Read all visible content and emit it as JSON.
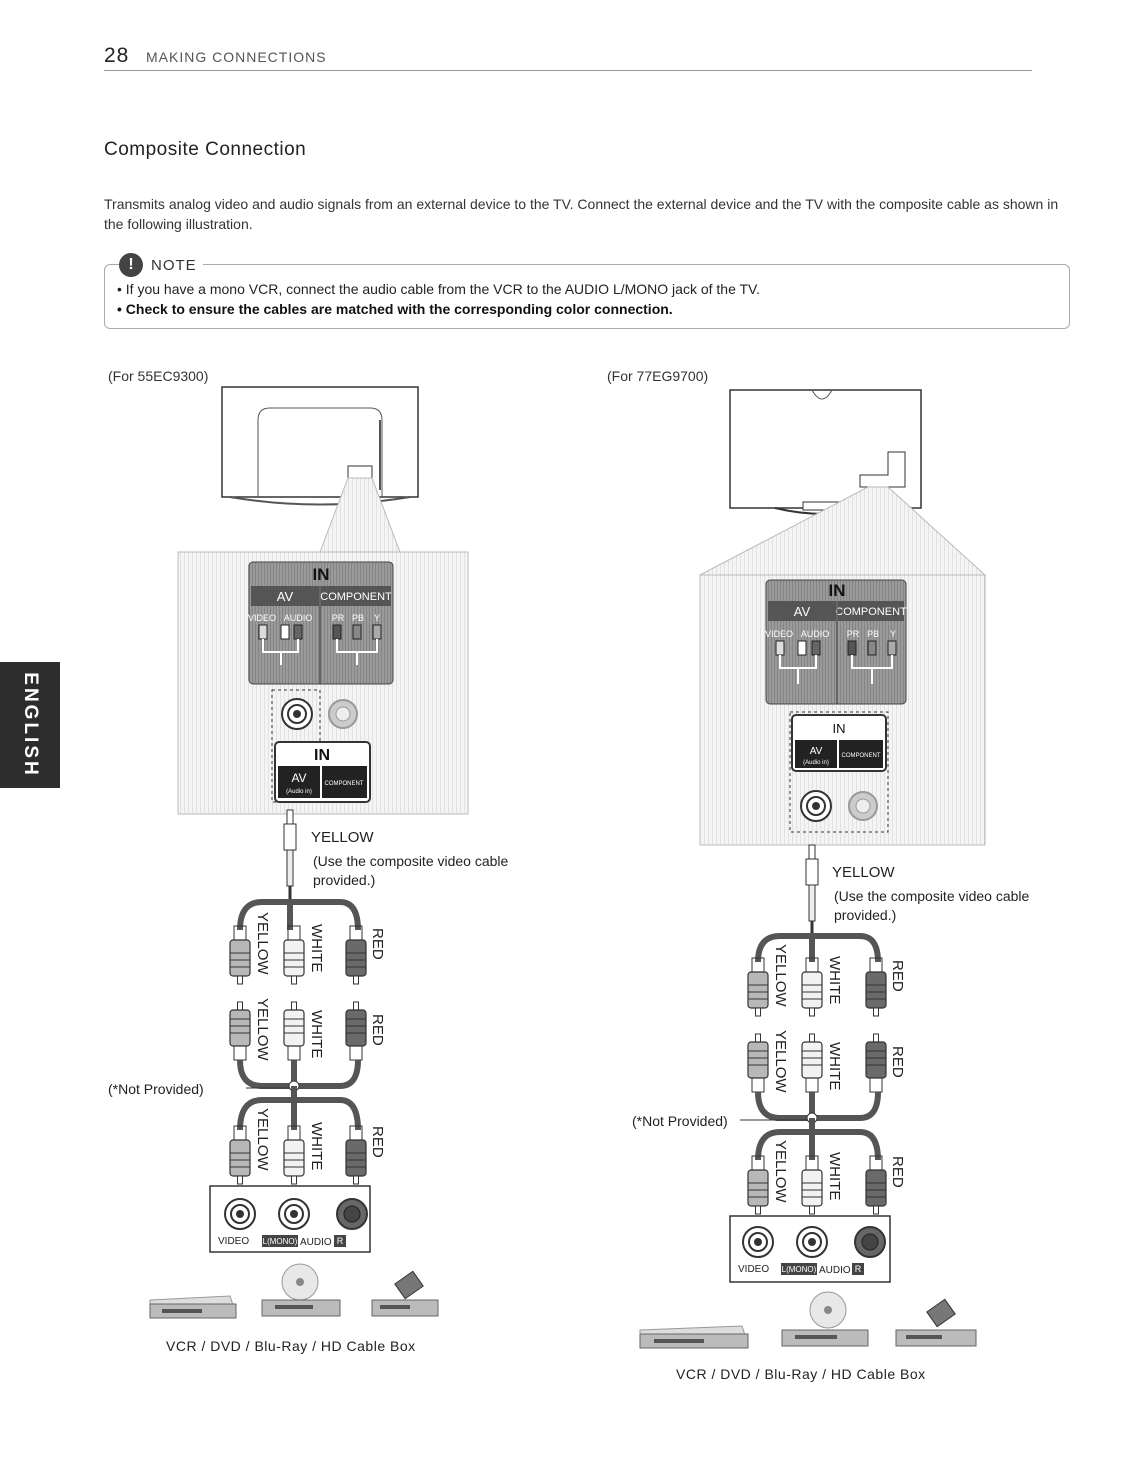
{
  "header": {
    "page_number": "28",
    "section": "MAKING CONNECTIONS"
  },
  "sidebar_tab": "ENGLISH",
  "title": "Composite Connection",
  "intro": "Transmits analog video and audio signals from an external device to the TV. Connect the external device and the TV with the composite cable as shown in the following illustration.",
  "note": {
    "label": "NOTE",
    "items": [
      "If you have a mono VCR, connect the audio cable from the VCR to the AUDIO L/MONO jack of the TV.",
      "Check to ensure the cables are matched with the corresponding color connection."
    ]
  },
  "left": {
    "model": "(For 55EC9300)",
    "panel": {
      "in": "IN",
      "av": "AV",
      "component": "COMPONENT",
      "video": "VIDEO",
      "audio": "AUDIO",
      "pr": "PR",
      "pb": "PB",
      "y": "Y",
      "in_label": "IN",
      "av_label": "AV",
      "audio_in": "(Audio in)",
      "component_label": "COMPONENT"
    },
    "cable": {
      "color": "YELLOW",
      "note": "(Use the composite video cable provided.)"
    },
    "plug_labels": [
      "YELLOW",
      "WHITE",
      "RED"
    ],
    "not_provided": "(*Not Provided)",
    "device_jacks": {
      "video": "VIDEO",
      "l_mono": "L(MONO)",
      "audio": "AUDIO",
      "r": "R"
    },
    "caption": "VCR / DVD / Blu-Ray / HD Cable Box"
  },
  "right": {
    "model": "(For 77EG9700)",
    "panel": {
      "in": "IN",
      "av": "AV",
      "component": "COMPONENT",
      "video": "VIDEO",
      "audio": "AUDIO",
      "pr": "PR",
      "pb": "PB",
      "y": "Y",
      "in_label": "IN",
      "av_label": "AV",
      "audio_in": "(Audio in)",
      "component_label": "COMPONENT"
    },
    "cable": {
      "color": "YELLOW",
      "note": "(Use the composite video cable provided.)"
    },
    "plug_labels": [
      "YELLOW",
      "WHITE",
      "RED"
    ],
    "not_provided": "(*Not Provided)",
    "device_jacks": {
      "video": "VIDEO",
      "l_mono": "L(MONO)",
      "audio": "AUDIO",
      "r": "R"
    },
    "caption": "VCR / DVD / Blu-Ray / HD Cable Box"
  },
  "colors": {
    "yellow_plug": "#b8b8b8",
    "white_plug": "#f2f2f2",
    "red_plug": "#6a6a6a",
    "panel_hatch": "#e0e0e0",
    "side_tab": "#2d2d2d"
  }
}
